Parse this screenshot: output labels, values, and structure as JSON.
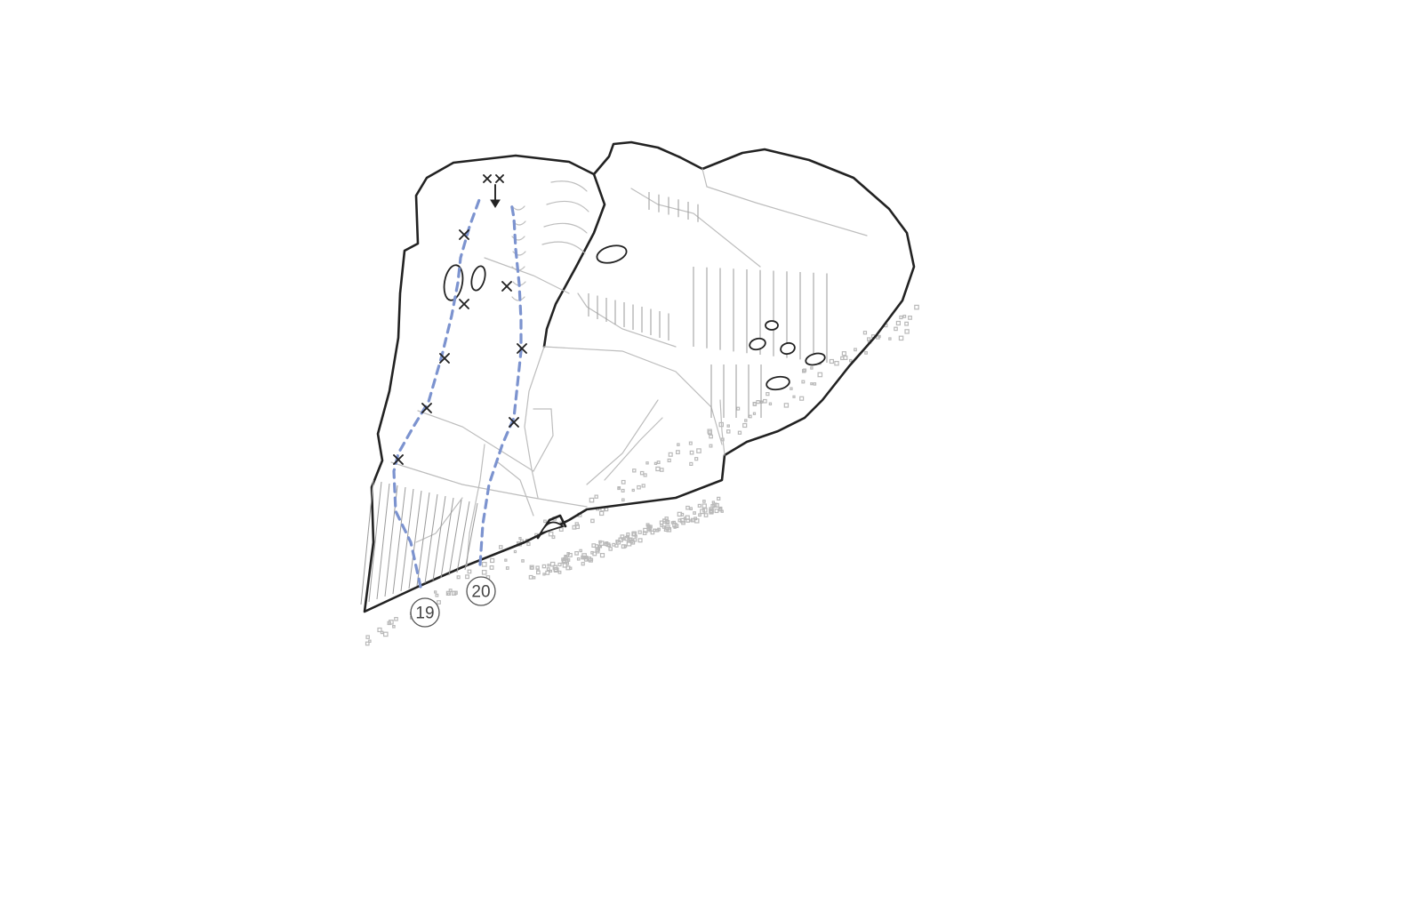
{
  "colors": {
    "route_line": "#7c93cf",
    "outline": "#222222",
    "detail": "#bdbdbd",
    "gravel": "#b9b9b9"
  },
  "icons": [
    "bolt-icon",
    "anchor-icon",
    "lower-off-arrow-icon"
  ],
  "routes": [
    {
      "id": "route-19",
      "number": "19"
    },
    {
      "id": "route-20",
      "number": "20"
    }
  ]
}
